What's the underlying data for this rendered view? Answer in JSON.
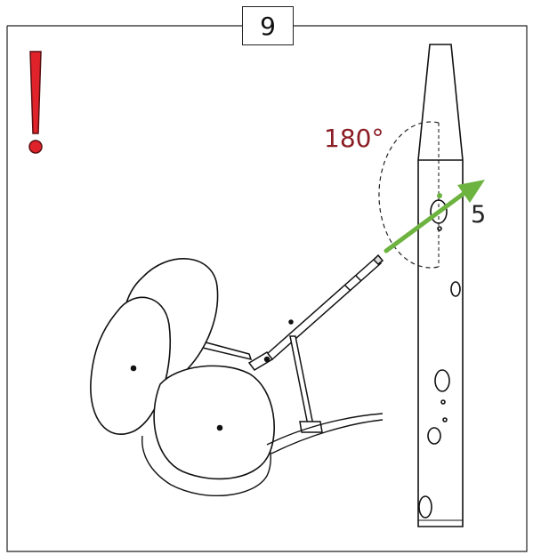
{
  "step": {
    "number": "9"
  },
  "rotation": {
    "angle_label": "180°"
  },
  "part": {
    "label": "5"
  },
  "colors": {
    "warning_red": "#e0232a",
    "angle_text": "#8b1d24",
    "arrow_green": "#6db33f",
    "line": "#111111"
  },
  "icons": [
    "exclamation-warning-icon",
    "rotation-arrow-icon"
  ]
}
